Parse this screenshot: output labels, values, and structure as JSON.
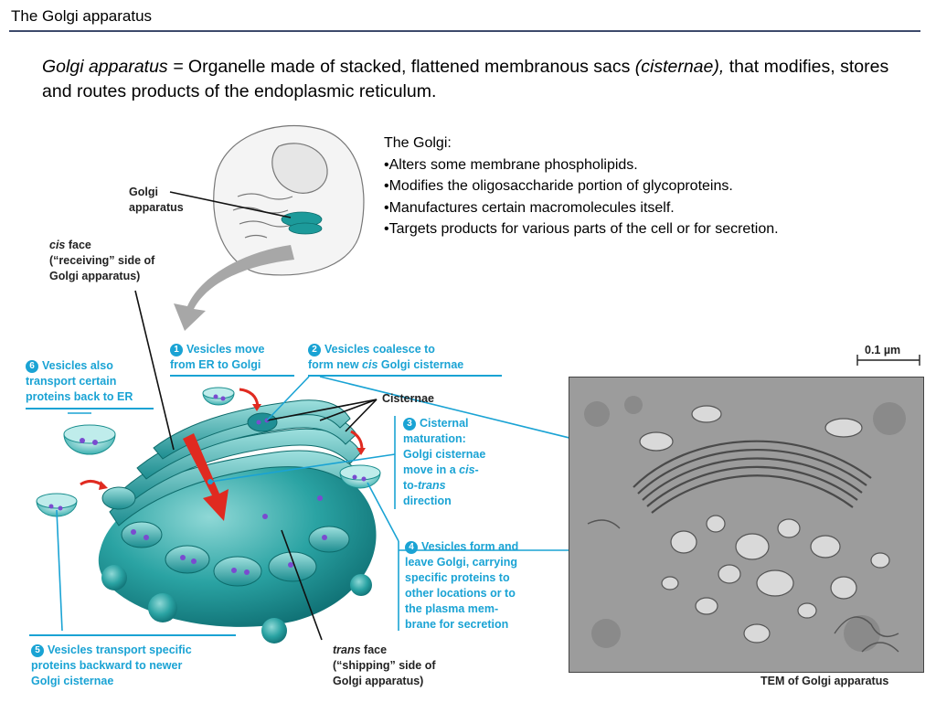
{
  "header": {
    "title": "The Golgi apparatus"
  },
  "definition": {
    "term": "Golgi apparatus =",
    "text1": " Organelle made of stacked, flattened membranous sacs ",
    "term2": "(cisternae),",
    "text2": " that modifies, stores and routes products of the endoplasmic reticulum."
  },
  "functions": {
    "heading": "The Golgi:",
    "items": [
      "•Alters some membrane phospholipids.",
      "•Modifies the oligosaccharide portion of glycoproteins.",
      "•Manufactures certain macromolecules itself.",
      "•Targets products for various parts of the cell or for secretion."
    ]
  },
  "diagram": {
    "golgi_label": [
      "Golgi",
      "apparatus"
    ],
    "cis_face": {
      "term": "cis",
      "rest": " face",
      "line2": "(“receiving” side of",
      "line3": "Golgi apparatus)"
    },
    "trans_face": {
      "term": "trans",
      "rest": " face",
      "line2": "(“shipping” side of",
      "line3": "Golgi apparatus)"
    },
    "cisternae_label": "Cisternae",
    "steps": [
      {
        "num": "1",
        "lines": [
          "Vesicles move",
          "from ER to Golgi"
        ]
      },
      {
        "num": "2",
        "line1": "Vesicles coalesce to",
        "line2a": "form new ",
        "line2i": "cis",
        "line2b": " Golgi cisternae"
      },
      {
        "num": "3",
        "line1": "Cisternal",
        "line2": "maturation:",
        "line3": "Golgi cisternae",
        "line4a": "move in a ",
        "line4i": "cis",
        "line4b": "-",
        "line5a": "to-",
        "line5i": "trans",
        "line6": "direction"
      },
      {
        "num": "4",
        "lines": [
          "Vesicles form and",
          "leave Golgi, carrying",
          "specific proteins to",
          "other locations or to",
          "the plasma mem-",
          "brane for secretion"
        ]
      },
      {
        "num": "5",
        "lines": [
          "Vesicles transport specific",
          "proteins backward to newer",
          "Golgi cisternae"
        ]
      },
      {
        "num": "6",
        "lines": [
          "Vesicles also",
          "transport certain",
          "proteins back to ER"
        ]
      }
    ],
    "scale_bar": "0.1 µm",
    "tem_caption": "TEM of Golgi apparatus"
  },
  "colors": {
    "accent_blue": "#1aa3d4",
    "golgi_teal": "#2a9ea0",
    "arrow_red": "#e02a20",
    "header_rule": "#3d4a6b"
  }
}
